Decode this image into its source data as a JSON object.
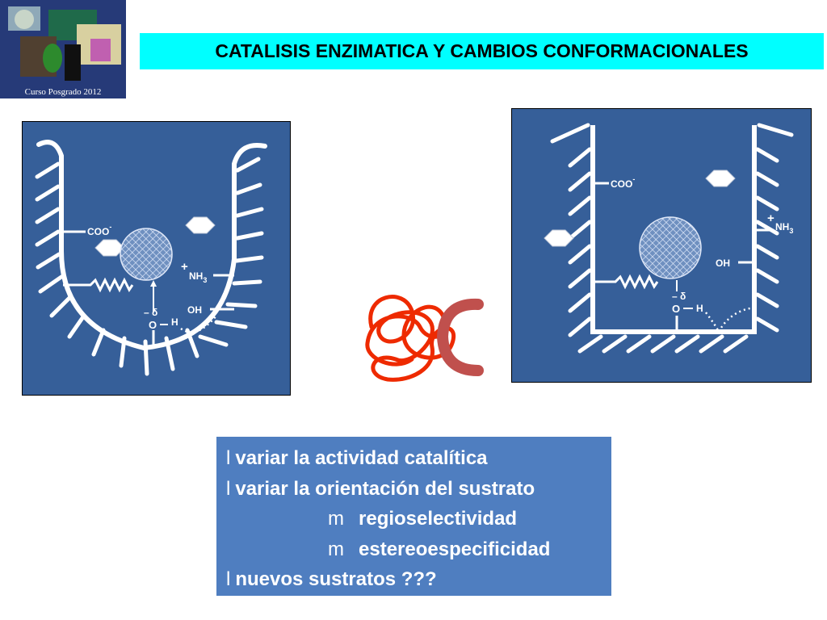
{
  "header": {
    "logo_caption": "Curso Posgrado 2012",
    "title": "CATALISIS ENZIMATICA Y CAMBIOS CONFORMACIONALES"
  },
  "diagram": {
    "carboxylate": "COO",
    "carboxylate_charge": "-",
    "ammonium": "NH",
    "ammonium_sub": "3",
    "ammonium_charge": "+",
    "hydroxyl": "OH",
    "oxygen": "O",
    "hydrogen": "H",
    "partial_charge": "– δ"
  },
  "bullets": {
    "items": [
      {
        "marker": "l",
        "text": "variar la actividad catalítica"
      },
      {
        "marker": "l",
        "text": "variar la orientación del sustrato"
      },
      {
        "marker": "m",
        "text": "regioselectividad"
      },
      {
        "marker": "m",
        "text": "estereoespecificidad"
      },
      {
        "marker": "l",
        "text": "nuevos sustratos  ???"
      }
    ]
  },
  "colors": {
    "title_bg": "#00ffff",
    "panel_bg": "#365f99",
    "bullet_bg": "#4f7ec0",
    "protein_coil": "#ee2a00",
    "pocket_shape": "#c0504d"
  }
}
